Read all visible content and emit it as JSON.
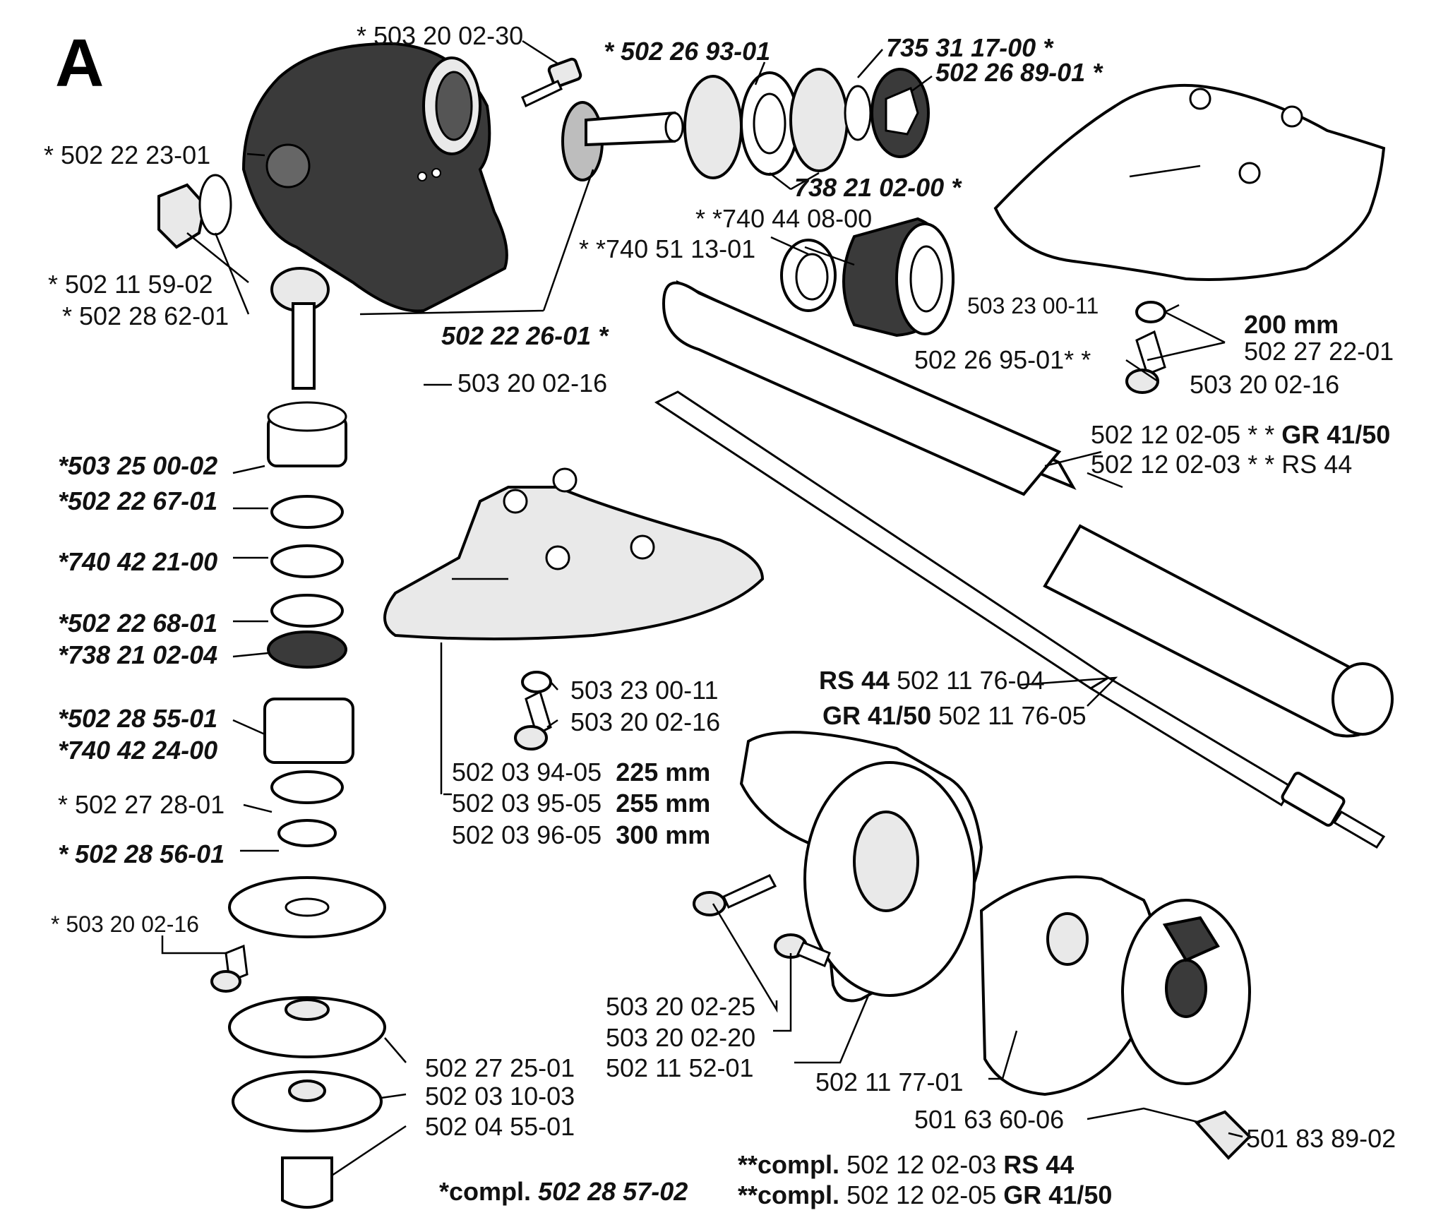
{
  "section_letter": "A",
  "labels": {
    "l01": "* 503 20 02-30",
    "l02": "* 502 26 93-01",
    "l03": "735 31 17-00 *",
    "l04": "502 26 89-01 *",
    "l05": "* 502 22 23-01",
    "l06": "738 21 02-00 *",
    "l07": "* *740 44 08-00",
    "l08": "* *740 51 13-01",
    "l09": "* 502 11 59-02",
    "l10": "* 502 28 62-01",
    "l11": "503 23 00-11",
    "l12": "200 mm",
    "l13": "502 26 95-01* *",
    "l14": "502 27 22-01",
    "l15": "502 22 26-01 *",
    "l16": "503 20 02-16",
    "l17": "503 20 02-16",
    "l18": "502 12 02-05 * *",
    "l18b": "GR 41/50",
    "l19": "502 12 02-03 * * RS 44",
    "l20": "*503 25 00-02",
    "l21": "*502 22 67-01",
    "l22": "*740 42 21-00",
    "l23": "*502 22 68-01",
    "l24": "*738 21 02-04",
    "l25": "503 23 00-11",
    "l26a": "RS 44",
    "l26": "502 11 76-04",
    "l27a": "GR 41/50",
    "l27": "502 11 76-05",
    "l28": "*502 28 55-01",
    "l29": "503 20 02-16",
    "l30": "*740 42 24-00",
    "l31": "502 03 94-05",
    "l31b": "225 mm",
    "l32": "* 502 27 28-01",
    "l33": "502 03 95-05",
    "l33b": "255 mm",
    "l34": "502 03 96-05",
    "l34b": "300 mm",
    "l35": "* 502 28 56-01",
    "l36": "* 503 20 02-16",
    "l37": "503 20 02-25",
    "l38": "503 20 02-20",
    "l39": "502 11 52-01",
    "l40": "502 27 25-01",
    "l41": "502 11 77-01",
    "l42": "502 03 10-03",
    "l43": "501 63 60-06",
    "l44": "501 83 89-02",
    "l45": "502 04 55-01",
    "l46a": "**compl.",
    "l46": "502 12 02-03",
    "l46b": "RS 44",
    "l47a": "*compl.",
    "l47": "502 28 57-02",
    "l48a": "**compl.",
    "l48": "502 12 02-05",
    "l48b": "GR 41/50"
  }
}
